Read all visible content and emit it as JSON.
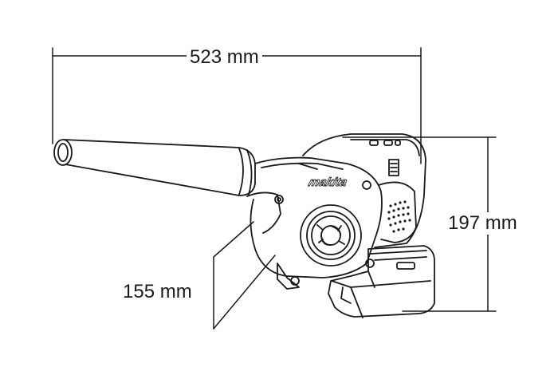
{
  "diagram": {
    "subject": "blower-illustration",
    "brand_logo": "makita",
    "dimensions": {
      "length": "523 mm",
      "height": "197 mm",
      "width": "155 mm"
    }
  }
}
